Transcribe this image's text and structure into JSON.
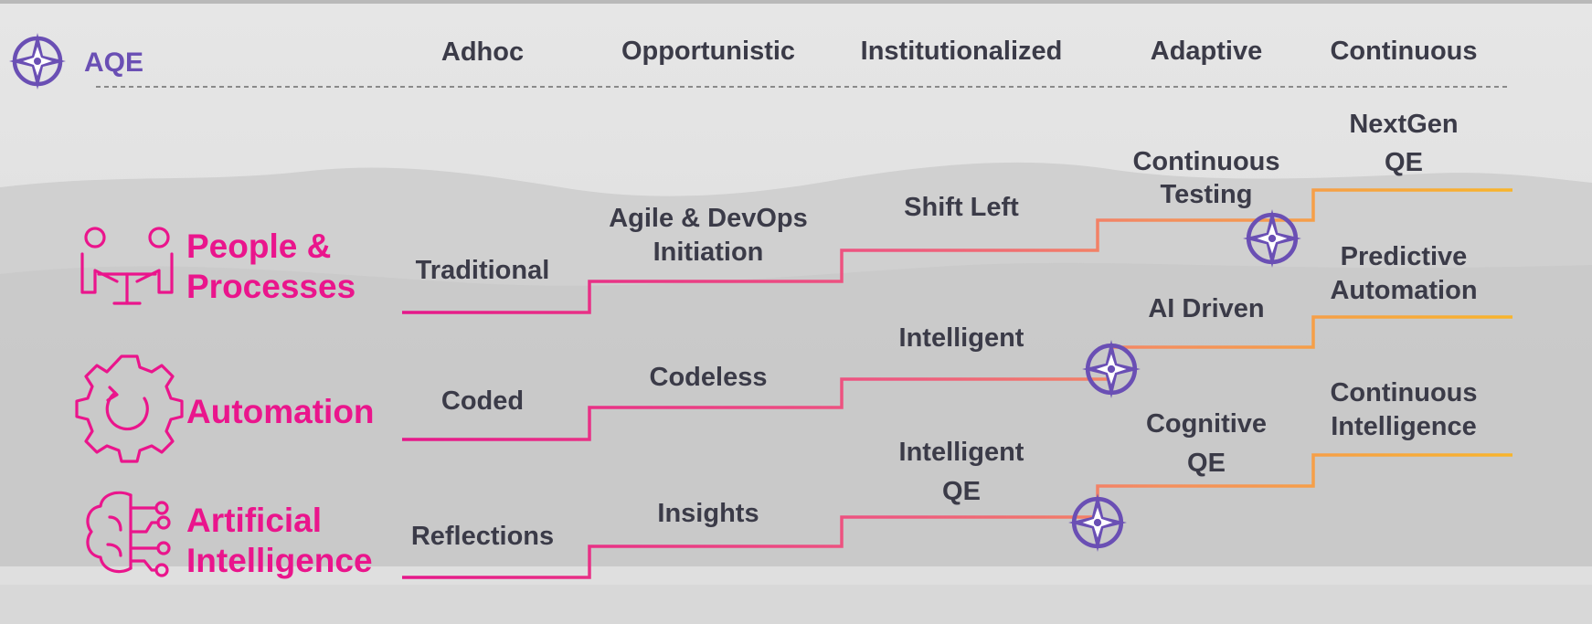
{
  "header": {
    "brand": "AQE",
    "levels": [
      "Adhoc",
      "Opportunistic",
      "Institutionalized",
      "Adaptive",
      "Continuous"
    ]
  },
  "rows": [
    {
      "category": [
        "People &",
        "Processes"
      ],
      "icon": "people-meeting-icon",
      "steps": [
        [
          "Traditional"
        ],
        [
          "Agile & DevOps",
          "Initiation"
        ],
        [
          "Shift Left"
        ],
        [
          "Continuous",
          "Testing"
        ],
        [
          "NextGen",
          "QE"
        ]
      ]
    },
    {
      "category": [
        "Automation"
      ],
      "icon": "gear-refresh-icon",
      "steps": [
        [
          "Coded"
        ],
        [
          "Codeless"
        ],
        [
          "Intelligent"
        ],
        [
          "AI Driven"
        ],
        [
          "Predictive",
          "Automation"
        ]
      ]
    },
    {
      "category": [
        "Artificial",
        "Intelligence"
      ],
      "icon": "brain-circuit-icon",
      "steps": [
        [
          "Reflections"
        ],
        [
          "Insights"
        ],
        [
          "Intelligent",
          "QE"
        ],
        [
          "Cognitive",
          "QE"
        ],
        [
          "Continuous",
          "Intelligence"
        ]
      ]
    }
  ],
  "colors": {
    "category": "#ea158c",
    "brand": "#6a4fb4",
    "text": "#3b3b48",
    "gradient_start": "#e5178a",
    "gradient_end": "#f8b52a",
    "compass": "#6a4fb4"
  }
}
